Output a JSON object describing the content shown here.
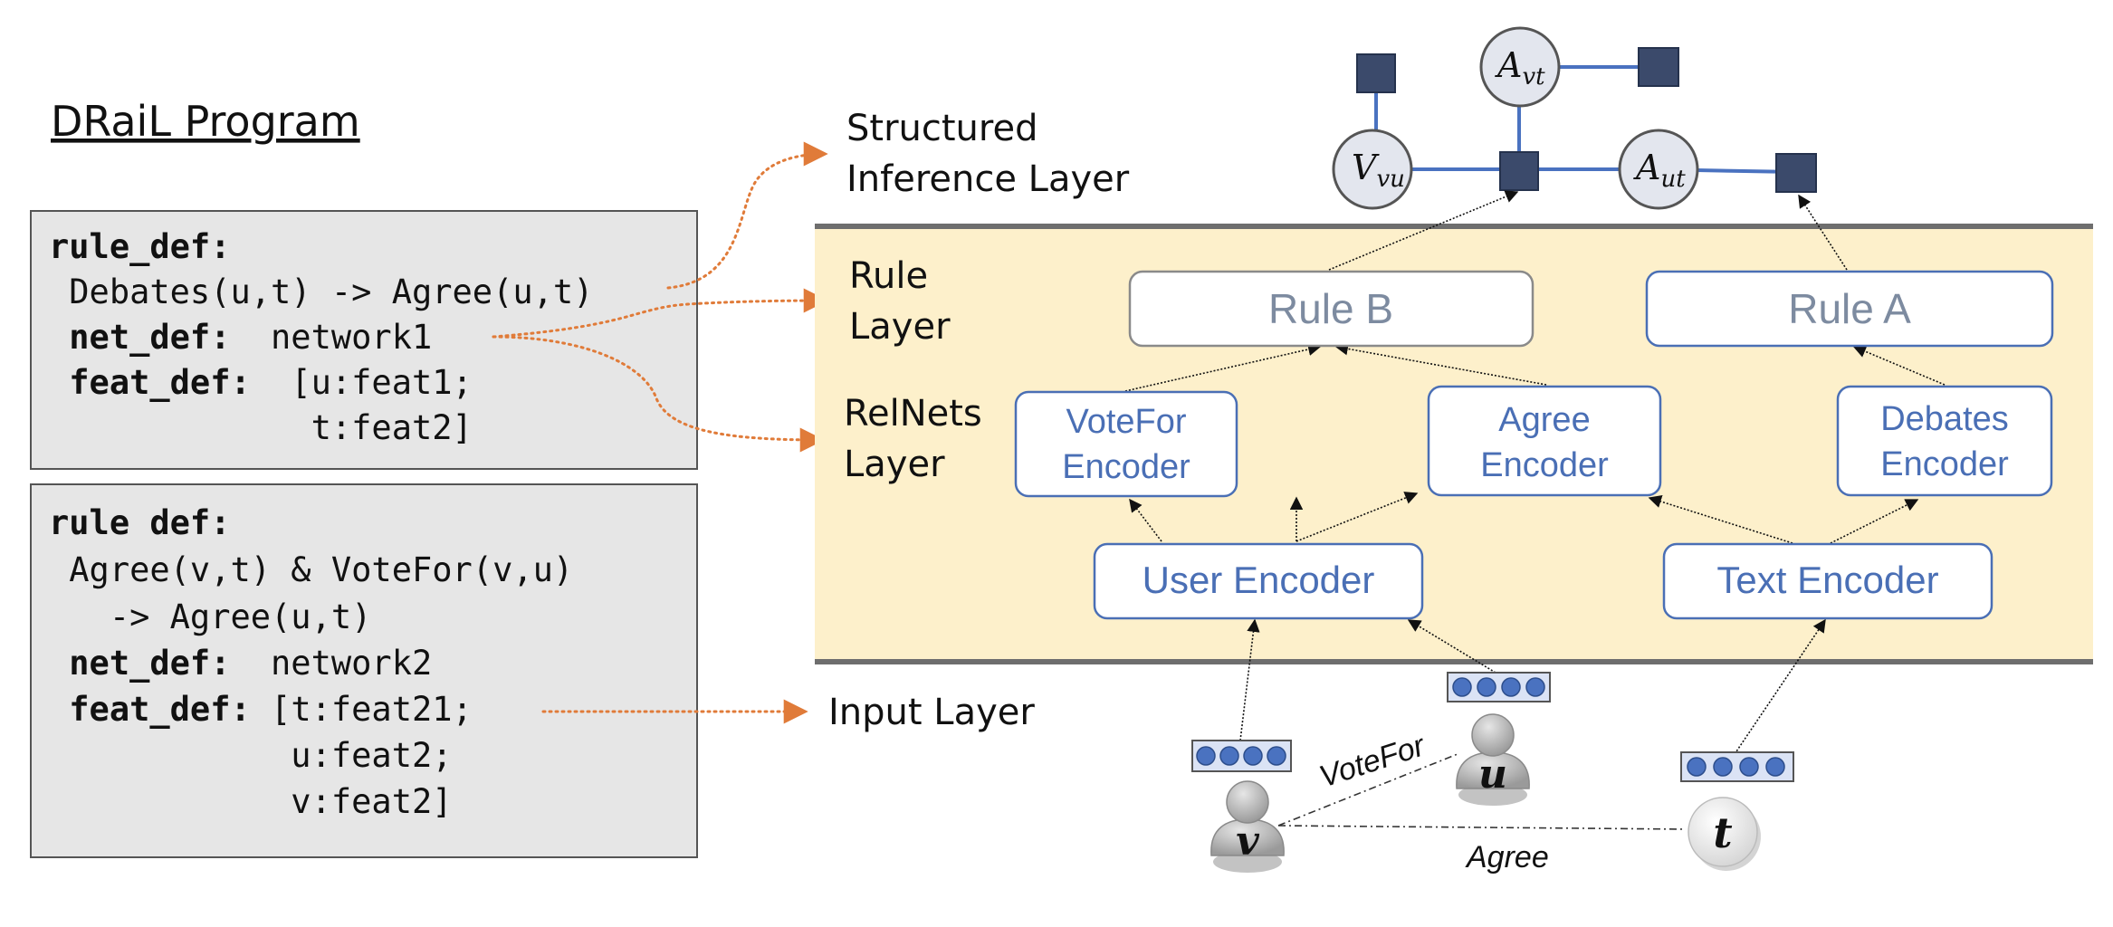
{
  "title": "DRaiL Program",
  "code_boxes": [
    {
      "lines": [
        {
          "kw": "rule_def:",
          "rest": ""
        },
        {
          "kw": "",
          "rest": " Debates(u,t) -> Agree(u,t)"
        },
        {
          "kw": " net_def:",
          "rest": "  network1"
        },
        {
          "kw": " feat_def:",
          "rest": "  [u:feat1;"
        },
        {
          "kw": "",
          "rest": "             t:feat2]"
        }
      ]
    },
    {
      "lines": [
        {
          "kw": "rule def:",
          "rest": ""
        },
        {
          "kw": "",
          "rest": " Agree(v,t) & VoteFor(v,u)"
        },
        {
          "kw": "",
          "rest": "   -> Agree(u,t)"
        },
        {
          "kw": " net_def:",
          "rest": "  network2"
        },
        {
          "kw": " feat_def:",
          "rest": " [t:feat21;"
        },
        {
          "kw": "",
          "rest": "            u:feat2;"
        },
        {
          "kw": "",
          "rest": "            v:feat2]"
        }
      ]
    }
  ],
  "layers": {
    "structured": [
      "Structured",
      "Inference Layer"
    ],
    "rule": [
      "Rule",
      "Layer"
    ],
    "relnets": [
      "RelNets",
      "Layer"
    ],
    "input": "Input Layer"
  },
  "rules": {
    "b": "Rule B",
    "a": "Rule A"
  },
  "encoders": {
    "votefor": [
      "VoteFor",
      "Encoder"
    ],
    "agree": [
      "Agree",
      "Encoder"
    ],
    "debates": [
      "Debates",
      "Encoder"
    ],
    "user": "User Encoder",
    "text": "Text Encoder"
  },
  "graph_nodes": {
    "vvu": {
      "base": "V",
      "sub": "vu"
    },
    "avt": {
      "base": "A",
      "sub": "vt"
    },
    "aut": {
      "base": "A",
      "sub": "ut"
    }
  },
  "persons": {
    "v": "v",
    "u": "u",
    "t": "t"
  },
  "edge_labels": {
    "votefor": "VoteFor",
    "agree": "Agree"
  },
  "colors": {
    "code_bg": "#e6e6e6",
    "band": "#fdf0cb",
    "blue_text": "#4a6fb5",
    "factor": "#3b4a6b",
    "graph_edge": "#4a72c0",
    "orange": "#e07b39",
    "dot": "#4a72c0"
  }
}
